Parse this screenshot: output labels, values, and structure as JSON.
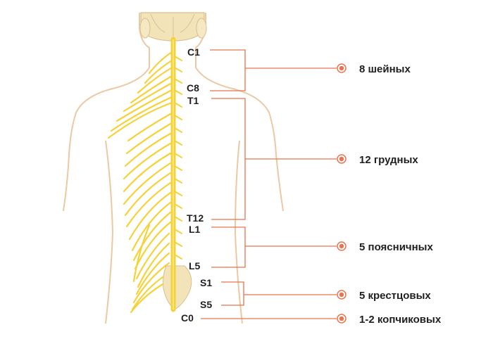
{
  "colors": {
    "accent": "#E8744F",
    "nerve": "#F6D23A",
    "skin_outline": "#EBC9A4",
    "bone": "#F2E3B8"
  },
  "segment_labels": [
    "C1",
    "C8",
    "T1",
    "T12",
    "L1",
    "L5",
    "S1",
    "S5",
    "C0"
  ],
  "groups": [
    {
      "label": "8 шейных",
      "icon": "bullet-target-icon"
    },
    {
      "label": "12 грудных",
      "icon": "bullet-target-icon"
    },
    {
      "label": "5 поясничных",
      "icon": "bullet-target-icon"
    },
    {
      "label": "5 крестцовых",
      "icon": "bullet-target-icon"
    },
    {
      "label": "1-2 копчиковых",
      "icon": "bullet-target-icon"
    }
  ]
}
